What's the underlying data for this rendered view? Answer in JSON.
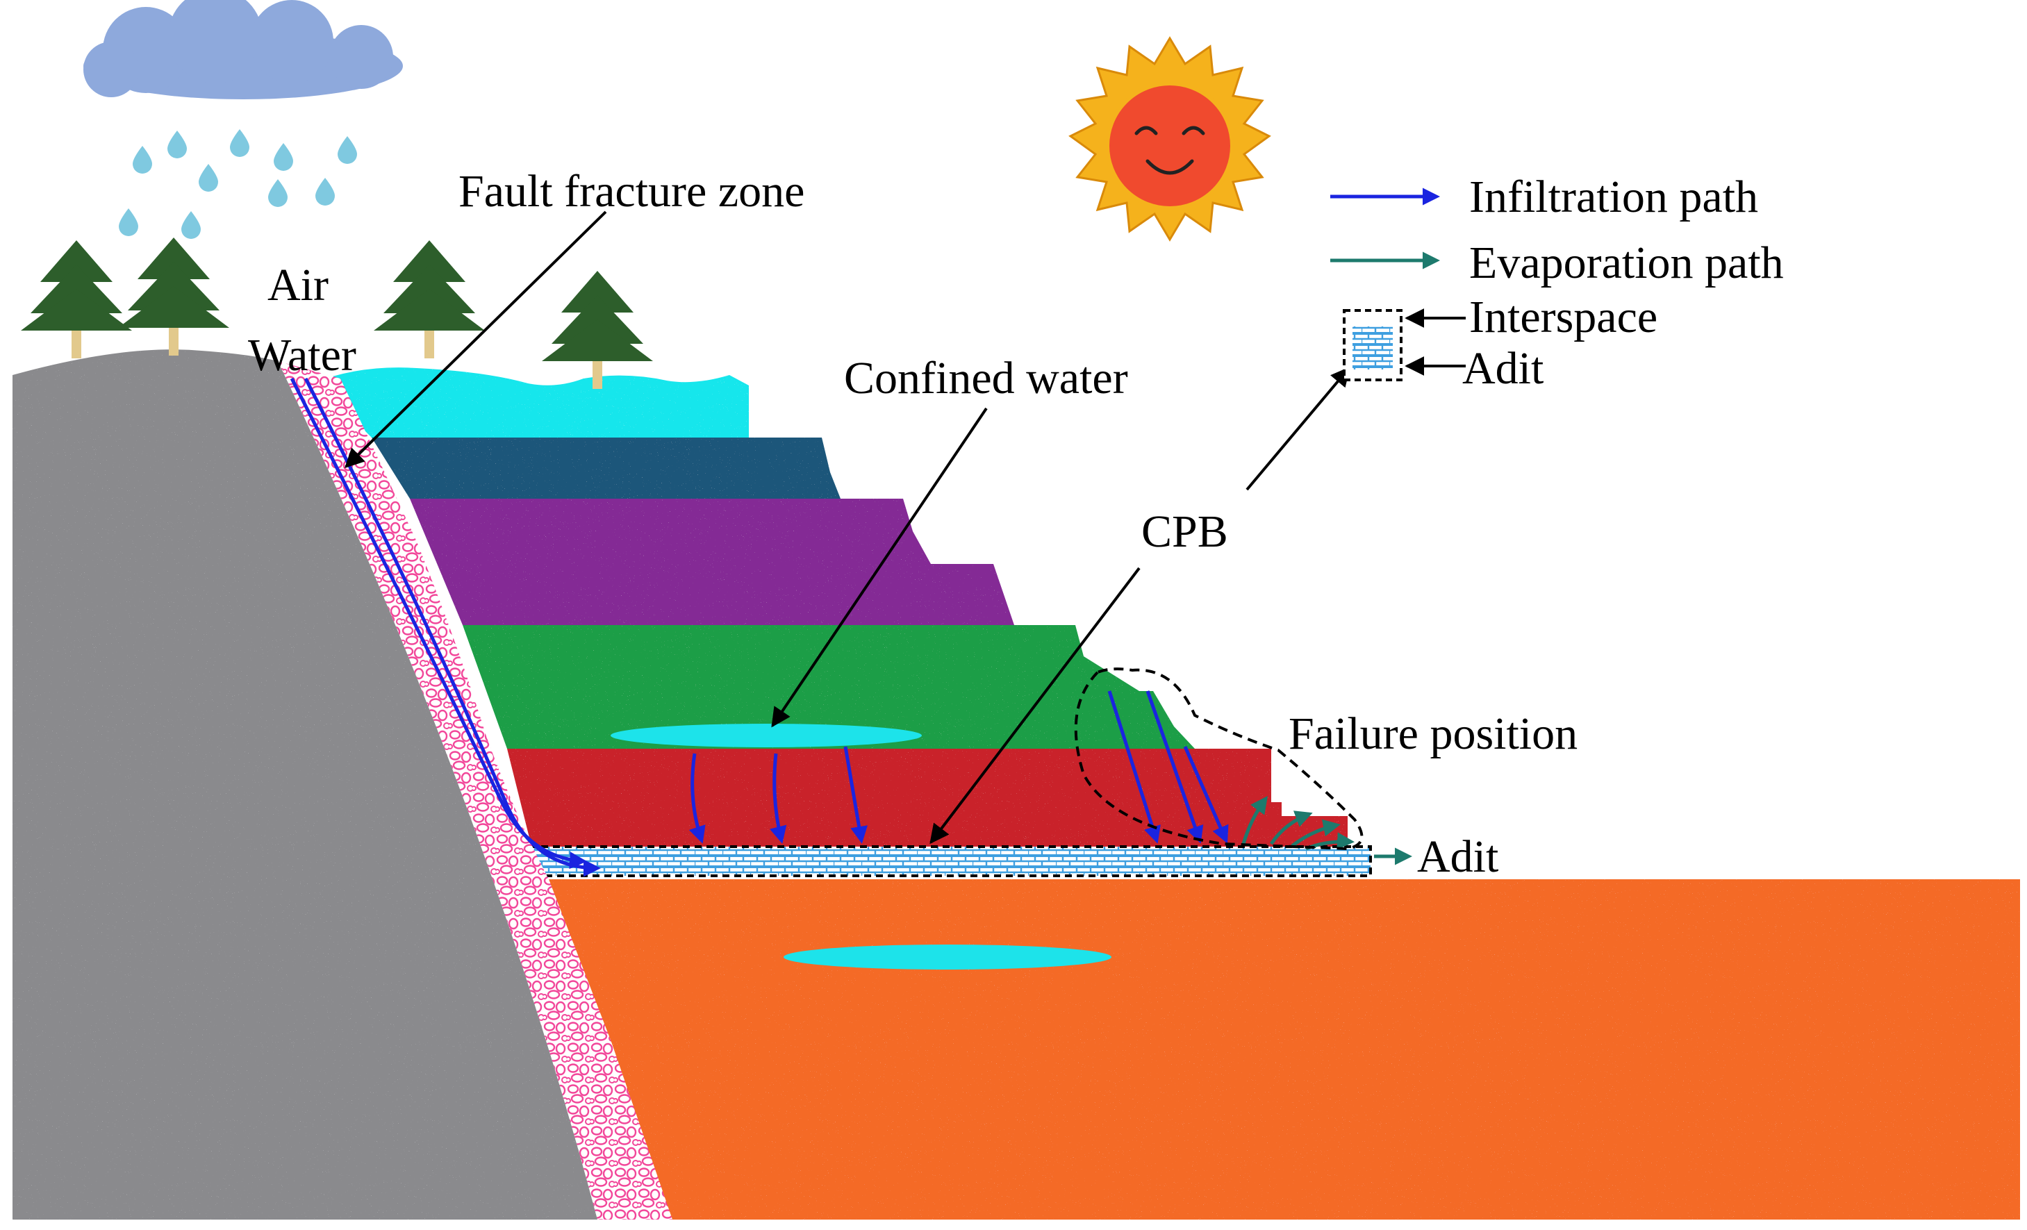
{
  "labels": {
    "fault_fracture_zone": "Fault fracture zone",
    "air": "Air",
    "water": "Water",
    "confined_water": "Confined water",
    "cpb": "CPB",
    "failure_position": "Failure position",
    "adit": "Adit"
  },
  "legend": {
    "infiltration_path": "Infiltration path",
    "evaporation_path": "Evaporation path",
    "interspace": "Interspace",
    "adit": "Adit"
  },
  "colors": {
    "sky": "#ffffff",
    "cloud": "#8ea9dc",
    "raindrop": "#7fc9e0",
    "sun_rays": "#f5b21c",
    "sun_face": "#f04a2e",
    "tree_foliage": "#2d5e2b",
    "tree_trunk": "#e2c98c",
    "mountain": "#8a8a8d",
    "fault_zone": "#f2479a",
    "layer_cyan": "#19e6ec",
    "layer_navy": "#1a567a",
    "layer_purple": "#842a95",
    "layer_green": "#1c9e47",
    "layer_red": "#c9202a",
    "layer_orange": "#f46a25",
    "confined_water": "#1de3ea",
    "cpb_brick": "#3e9fe0",
    "infiltration_arrow": "#1a24e0",
    "evaporation_arrow": "#1d7a6d"
  },
  "icons": [
    "cloud-icon",
    "raindrop-icon",
    "sun-icon",
    "tree-icon"
  ]
}
